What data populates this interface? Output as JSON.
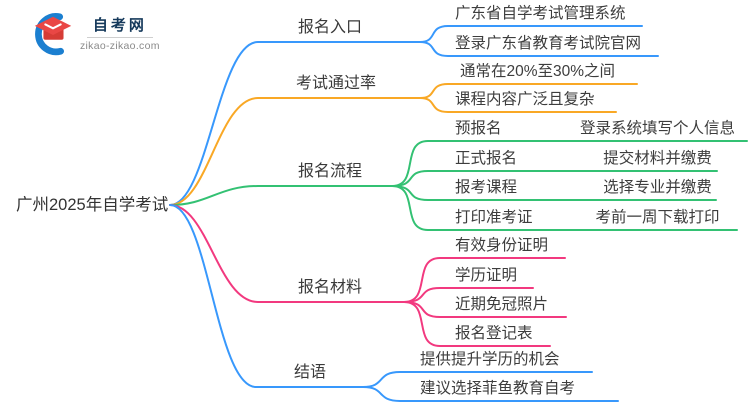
{
  "logo": {
    "title": "自考网",
    "domain": "zikao-zikao.com"
  },
  "central": {
    "label": "广州2025年自学考试"
  },
  "branches": [
    {
      "label": "报名入口",
      "color": "#3898fc",
      "children": [
        {
          "label": "广东省自学考试管理系统"
        },
        {
          "label": "登录广东省教育考试院官网"
        }
      ]
    },
    {
      "label": "考试通过率",
      "color": "#f9a825",
      "children": [
        {
          "label": "通常在20%至30%之间"
        },
        {
          "label": "课程内容广泛且复杂"
        }
      ]
    },
    {
      "label": "报名流程",
      "color": "#33c173",
      "children": [
        {
          "label": "预报名",
          "detail": "登录系统填写个人信息"
        },
        {
          "label": "正式报名",
          "detail": "提交材料并缴费"
        },
        {
          "label": "报考课程",
          "detail": "选择专业并缴费"
        },
        {
          "label": "打印准考证",
          "detail": "考前一周下载打印"
        }
      ]
    },
    {
      "label": "报名材料",
      "color": "#f2397f",
      "children": [
        {
          "label": "有效身份证明"
        },
        {
          "label": "学历证明"
        },
        {
          "label": "近期免冠照片"
        },
        {
          "label": "报名登记表"
        }
      ]
    },
    {
      "label": "结语",
      "color": "#3898fc",
      "children": [
        {
          "label": "提供提升学历的机会"
        },
        {
          "label": "建议选择菲鱼教育自考"
        }
      ]
    }
  ]
}
